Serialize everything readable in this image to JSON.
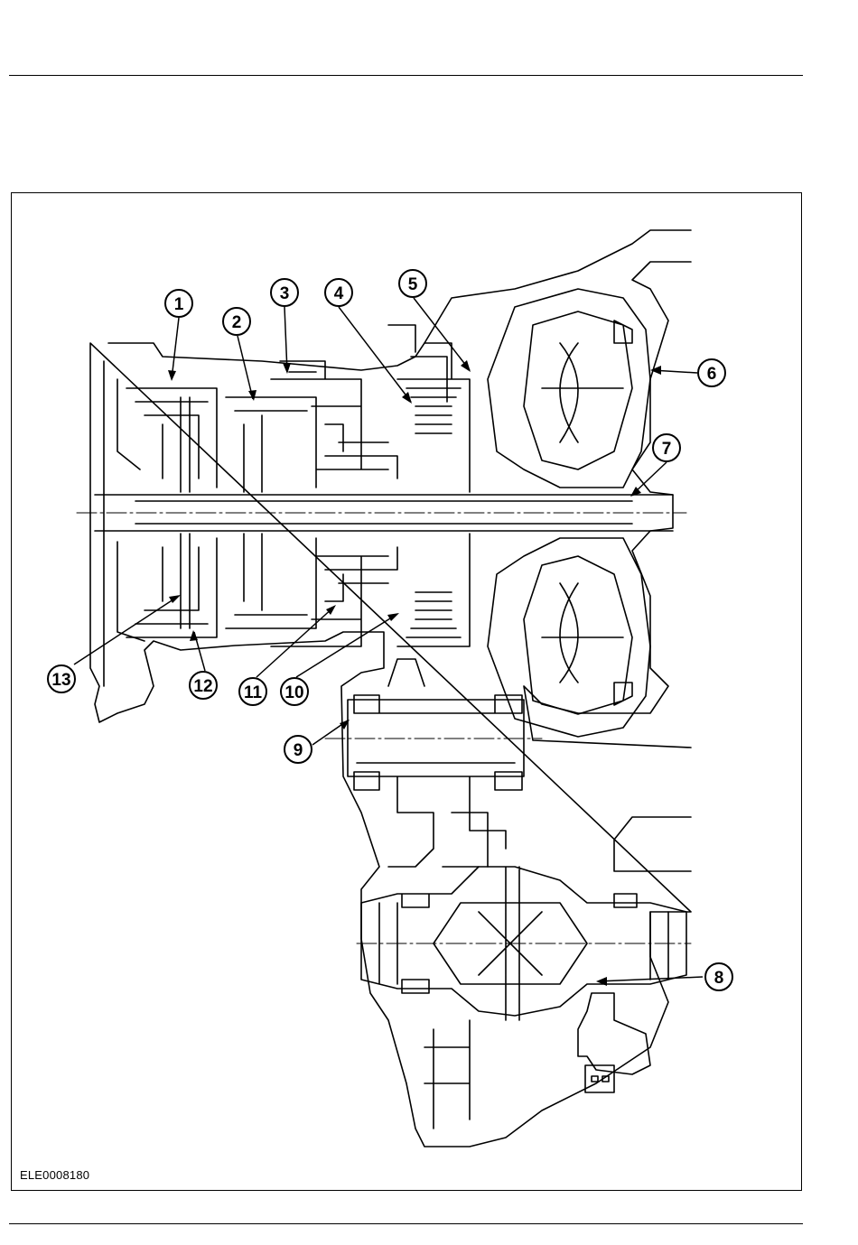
{
  "figure_id": "ELE0008180",
  "callouts": [
    "1",
    "2",
    "3",
    "4",
    "5",
    "6",
    "7",
    "8",
    "9",
    "10",
    "11",
    "12",
    "13"
  ]
}
